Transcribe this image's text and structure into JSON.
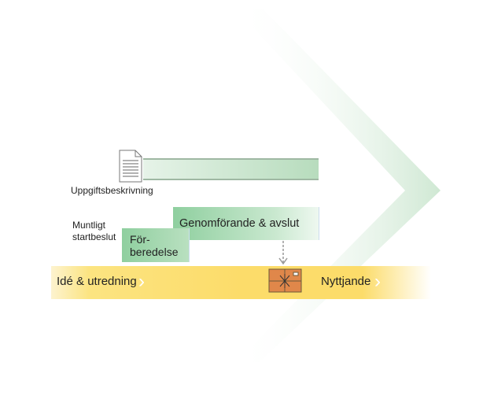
{
  "diagram": {
    "document_label": "Uppgiftsbeskrivning",
    "decision_label_line1": "Muntligt",
    "decision_label_line2": "startbeslut",
    "phase_genomforande": "Genomförande & avslut",
    "phase_forberedelse_line1": "För-",
    "phase_forberedelse_line2": "beredelse",
    "band_left": "Idé & utredning",
    "band_right": "Nyttjande",
    "icons": [
      "document-icon",
      "package-icon",
      "chevron-right-icon"
    ],
    "colors": {
      "green": "#8fcf9f",
      "yellow": "#fcdc6a",
      "package": "#e0874a"
    }
  }
}
